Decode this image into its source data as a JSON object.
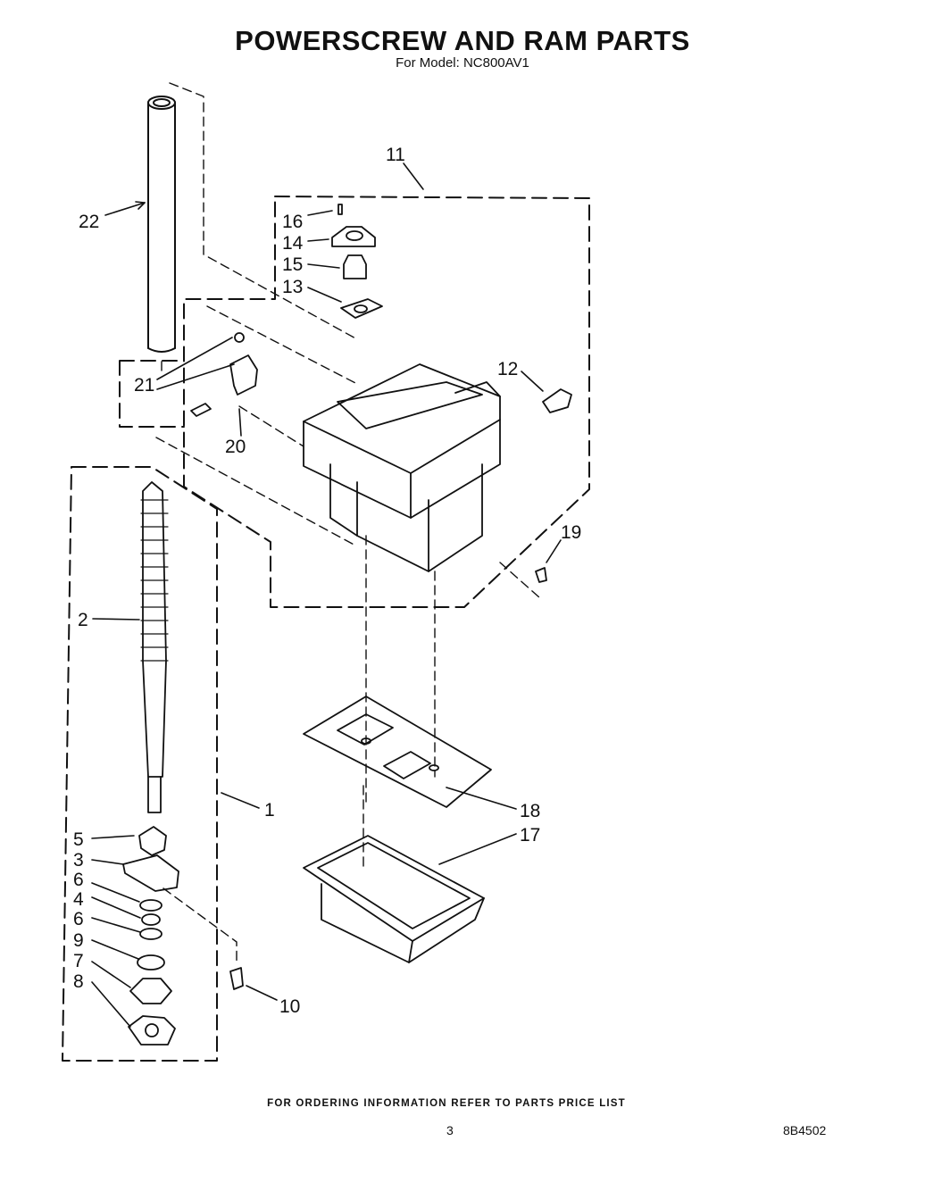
{
  "title": "POWERSCREW AND RAM PARTS",
  "subtitle": "For Model: NC800AV1",
  "callouts": [
    "22",
    "11",
    "16",
    "14",
    "15",
    "13",
    "12",
    "21",
    "20",
    "19",
    "2",
    "1",
    "5",
    "3",
    "6",
    "4",
    "6",
    "9",
    "7",
    "8",
    "10",
    "18",
    "17"
  ],
  "footer": {
    "ordering_note": "FOR ORDERING INFORMATION REFER TO PARTS PRICE LIST",
    "page_number": "3",
    "document_number": "8B4502"
  }
}
